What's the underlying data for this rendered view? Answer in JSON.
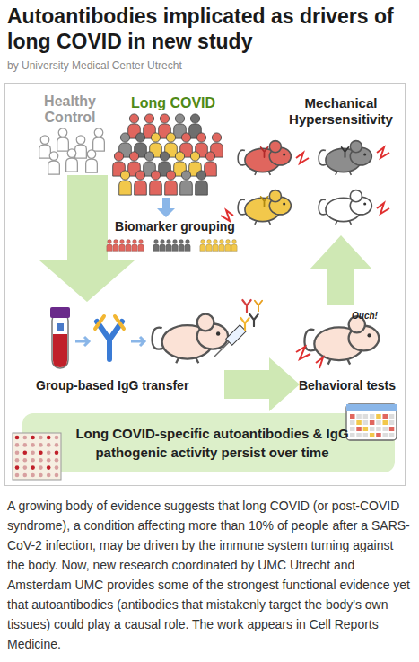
{
  "diagram": {
    "title": "Autoantibodies implicated as drivers of long COVID in new study",
    "nodes": [
      {
        "text": [
          "Long COVID-specific autoantibodies & IgG pathogenic activity persist over time"
        ]
      }
    ],
    "labels": [
      "by University Medical Center Utrecht",
      "Healthy Control",
      "Long COVID",
      "Biomarker grouping",
      "Mechanical Hypersensitivity",
      "Group-based IgG transfer",
      "Behavioral tests",
      "Ouch!",
      "A growing body of evidence suggests that long COVID (or post-COVID syndrome), a condition affecting more than 10% of people after a SARS-CoV-2 infection, may be driven by the immune system turning against the body. Now, new research coordinated by UMC Utrecht and Amsterdam UMC provides some of the strongest functional evidence yet that autoantibodies (antibodies that mistakenly target the body's own tissues) could play a causal role. The work appears in Cell Reports Medicine."
    ]
  }
}
